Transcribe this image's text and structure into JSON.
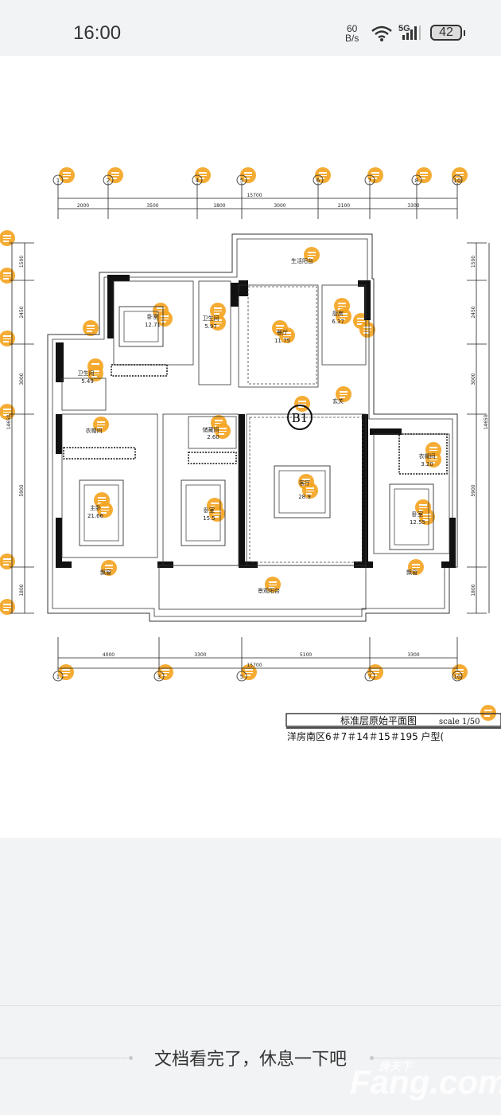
{
  "status_bar": {
    "time": "16:00",
    "net_speed_value": "60",
    "net_speed_unit": "B/s",
    "network_type": "5G",
    "battery": "42"
  },
  "drawing": {
    "axes_top": [
      "1",
      "2",
      "4",
      "5",
      "6",
      "7",
      "8",
      "10"
    ],
    "axes_bottom": [
      "1",
      "3",
      "5",
      "7",
      "10"
    ],
    "dims_top_total": "15700",
    "dims_top": [
      "2000",
      "3500",
      "1800",
      "3000",
      "2100",
      "3300"
    ],
    "dims_bottom": [
      "4000",
      "3300",
      "5100",
      "3300"
    ],
    "dims_bottom_total": "15700",
    "dims_left": [
      "1500",
      "2450",
      "3000",
      "5900",
      "1800"
    ],
    "dims_left_total": "14650",
    "dims_right": [
      "1500",
      "2450",
      "3000",
      "5900",
      "1800"
    ],
    "dims_right_total": "14650",
    "unit_tag": "B1",
    "rooms": [
      {
        "name": "生活阳台",
        "area": ""
      },
      {
        "name": "卧室",
        "area": "12.71"
      },
      {
        "name": "卫生间",
        "area": "5.97"
      },
      {
        "name": "餐厅",
        "area": "11.75"
      },
      {
        "name": "厨房",
        "area": "6.37"
      },
      {
        "name": "卫生间",
        "area": "5.49"
      },
      {
        "name": "玄关",
        "area": ""
      },
      {
        "name": "衣帽间",
        "area": ""
      },
      {
        "name": "储藏间",
        "area": "2.60"
      },
      {
        "name": "客厅",
        "area": "28.9"
      },
      {
        "name": "衣帽间",
        "area": "3.20"
      },
      {
        "name": "主卧",
        "area": "21.66"
      },
      {
        "name": "卧室",
        "area": "15.5"
      },
      {
        "name": "卧室",
        "area": "12.55"
      },
      {
        "name": "飘窗",
        "area": ""
      },
      {
        "name": "景观阳台",
        "area": ""
      },
      {
        "name": "飘窗",
        "area": ""
      }
    ],
    "title": "标准层原始平面图",
    "scale": "scale 1/50",
    "subtitle": "洋房南区6＃7＃14＃15＃195 户型("
  },
  "end_message": "文档看完了，休息一下吧",
  "watermark": "Fang.com 房天下"
}
